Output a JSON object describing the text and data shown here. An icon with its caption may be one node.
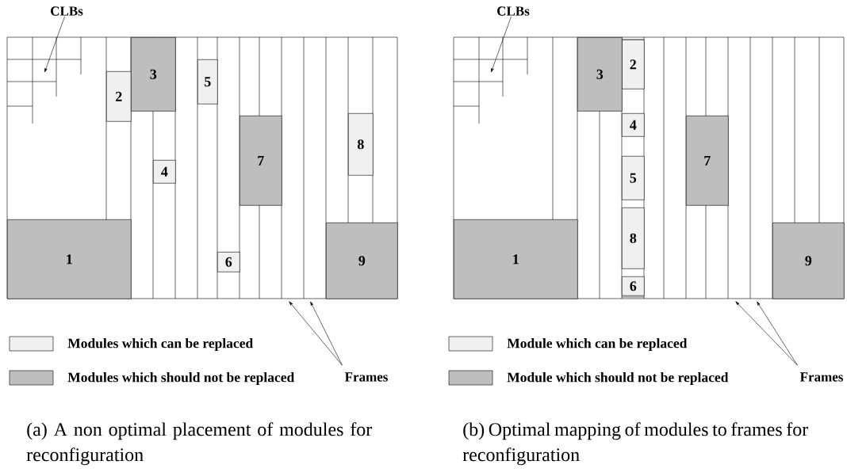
{
  "diagram": {
    "nodes": [
      {
        "text": [
          "1"
        ]
      },
      {
        "text": [
          "2"
        ]
      },
      {
        "text": [
          "3"
        ]
      },
      {
        "text": [
          "4"
        ]
      },
      {
        "text": [
          "5"
        ]
      },
      {
        "text": [
          "6"
        ]
      },
      {
        "text": [
          "7"
        ]
      },
      {
        "text": [
          "8"
        ]
      },
      {
        "text": [
          "9"
        ]
      },
      {
        "text": [
          "CLBs"
        ]
      },
      {
        "text": [
          "Frames"
        ]
      },
      {
        "text": [
          "1"
        ]
      },
      {
        "text": [
          "2"
        ]
      },
      {
        "text": [
          "3"
        ]
      },
      {
        "text": [
          "4"
        ]
      },
      {
        "text": [
          "5"
        ]
      },
      {
        "text": [
          "6"
        ]
      },
      {
        "text": [
          "7"
        ]
      },
      {
        "text": [
          "8"
        ]
      },
      {
        "text": [
          "9"
        ]
      },
      {
        "text": [
          "CLBs"
        ]
      },
      {
        "text": [
          "Frames"
        ]
      }
    ],
    "edges": [
      {
        "from": 9,
        "to": null,
        "arrow": "to"
      },
      {
        "from": 10,
        "to": null,
        "arrow": "to"
      },
      {
        "from": 10,
        "to": null,
        "arrow": "to"
      },
      {
        "from": 20,
        "to": null,
        "arrow": "to"
      },
      {
        "from": 21,
        "to": null,
        "arrow": "to"
      },
      {
        "from": 21,
        "to": null,
        "arrow": "to"
      }
    ],
    "labels": [
      "(a) A non optimal placement of modules for reconfiguration",
      "(b) Optimal mapping of modules to frames for reconfiguration"
    ],
    "legend": [
      {
        "text": "Modules which can be replaced",
        "color": "#f0f0f0"
      },
      {
        "text": "Modules which should not be replaced",
        "color": "#bebebe"
      },
      {
        "text": "Module which can be replaced",
        "color": "#f0f0f0"
      },
      {
        "text": "Module which should not be replaced",
        "color": "#bebebe"
      }
    ]
  }
}
